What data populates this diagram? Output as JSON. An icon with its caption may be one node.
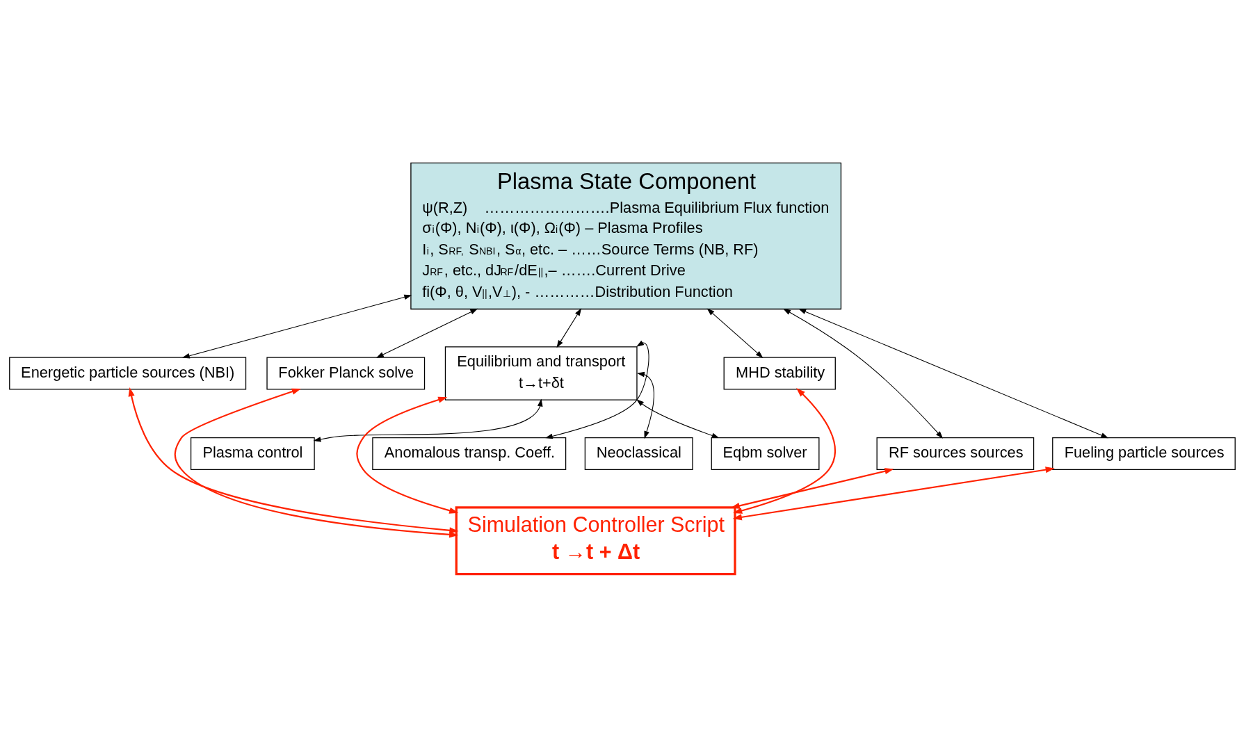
{
  "diagram": {
    "nodes": [
      {
        "text": [
          "Plasma State Component",
          "ψ(R,Z)    …………………….Plasma Equilibrium Flux function",
          "σ$_{i}$(Φ), N$_{i}$(Φ), ι(Φ), Ω$_{i}$(Φ) – Plasma Profiles",
          "I$_{i}$, S$_{RF,}$ S$_{NBI}$, S$_{α}$, etc. – ……Source Terms (NB, RF)",
          "J$_{RF}$, etc., dJ$_{RF}$/dE$_{||}$,– …….Current Drive",
          "fi(Φ, θ, V$_{||}$,V$_{⊥}$), - …………Distribution Function"
        ]
      },
      {
        "text": [
          "Energetic particle sources (NBI)"
        ]
      },
      {
        "text": [
          "Fokker Planck solve"
        ]
      },
      {
        "text": [
          "Equilibrium and transport",
          "t→t+δt"
        ]
      },
      {
        "text": [
          "Anomalous transp. Coeff."
        ]
      },
      {
        "text": [
          "MHD stability"
        ]
      },
      {
        "text": [
          "Neoclassical"
        ]
      },
      {
        "text": [
          "Eqbm solver"
        ]
      },
      {
        "text": [
          "RF sources sources"
        ]
      },
      {
        "text": [
          "Fueling particle sources"
        ]
      },
      {
        "text": [
          "Plasma control"
        ]
      },
      {
        "text": [
          "Simulation Controller Script",
          "t →t + Δt"
        ]
      }
    ],
    "edges": [
      {
        "from": 0,
        "to": 8,
        "arrow": "both"
      },
      {
        "from": 0,
        "to": 1,
        "arrow": "both"
      },
      {
        "from": 0,
        "to": 9,
        "arrow": "both"
      },
      {
        "from": 0,
        "to": 2,
        "arrow": "both"
      },
      {
        "from": 0,
        "to": 3,
        "arrow": "both"
      },
      {
        "from": 0,
        "to": 5,
        "arrow": "both"
      },
      {
        "from": 3,
        "to": 4,
        "arrow": "both"
      },
      {
        "from": 3,
        "to": 6,
        "arrow": "both"
      },
      {
        "from": 3,
        "to": 7,
        "arrow": "both"
      },
      {
        "from": 3,
        "to": 10,
        "arrow": "both"
      },
      {
        "from": 8,
        "to": 11,
        "arrow": "both",
        "color": "#ff2200"
      },
      {
        "from": 1,
        "to": 11,
        "arrow": "both",
        "color": "#ff2200"
      },
      {
        "from": 9,
        "to": 11,
        "arrow": "both",
        "color": "#ff2200"
      },
      {
        "from": 2,
        "to": 11,
        "arrow": "both",
        "color": "#ff2200"
      },
      {
        "from": 3,
        "to": 11,
        "arrow": "both",
        "color": "#ff2200"
      },
      {
        "from": 5,
        "to": 11,
        "arrow": "both",
        "color": "#ff2200"
      }
    ]
  }
}
